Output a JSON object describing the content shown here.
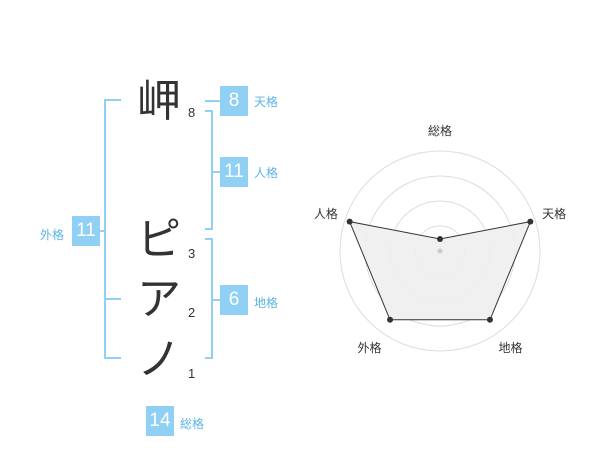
{
  "name": {
    "chars": [
      {
        "char": "岬",
        "strokes": "8"
      },
      {
        "char": "ピ",
        "strokes": "3"
      },
      {
        "char": "ア",
        "strokes": "2"
      },
      {
        "char": "ノ",
        "strokes": "1"
      }
    ]
  },
  "kakusu": {
    "tenkaku": {
      "value": "8",
      "label": "天格"
    },
    "jinkaku": {
      "value": "11",
      "label": "人格"
    },
    "chikaku": {
      "value": "6",
      "label": "地格"
    },
    "gaikaku": {
      "value": "11",
      "label": "外格"
    },
    "soukaku": {
      "value": "14",
      "label": "総格"
    }
  },
  "accent_color": "#8fd0f4",
  "chart_data": {
    "type": "radar",
    "axes": [
      "総格",
      "天格",
      "地格",
      "外格",
      "人格"
    ],
    "values": [
      0.12,
      0.95,
      0.85,
      0.85,
      0.95
    ],
    "rmax": 1,
    "rings": 4,
    "fill": "#eeeeee",
    "line": "#333333"
  }
}
